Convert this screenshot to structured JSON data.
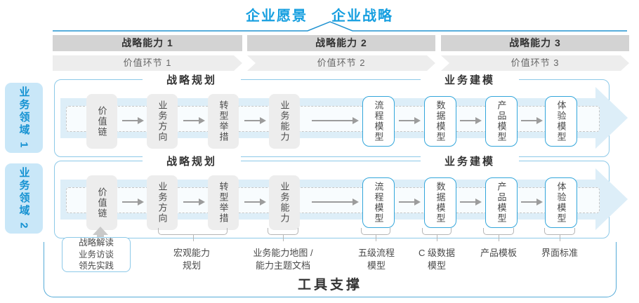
{
  "title": {
    "vision": "企业愿景",
    "strategy": "企业战略"
  },
  "capabilities": [
    "战略能力 1",
    "战略能力 2",
    "战略能力 3"
  ],
  "value_links": [
    "价值环节 1",
    "价值环节 2",
    "价值环节 3"
  ],
  "domains": [
    "业务领域 1",
    "业务领域 2"
  ],
  "row": {
    "planning_header": "战略规划",
    "modeling_header": "业务建模",
    "planning_boxes": [
      "价值链",
      "业务方向",
      "转型举措",
      "业务能力"
    ],
    "modeling_boxes": [
      "流程模型",
      "数据模型",
      "产品模型",
      "体验模型"
    ]
  },
  "annotations": {
    "inputs_box": "战略解读\n业务访谈\n领先实践",
    "labels": [
      "宏观能力\n规划",
      "业务能力地图 /\n能力主题文档",
      "五级流程\n模型",
      "C 级数据\n模型",
      "产品模板",
      "界面标准"
    ]
  },
  "footer": {
    "tool_support": "工具支撑"
  },
  "colors": {
    "accent_blue": "#169fe0",
    "container_border": "#8dc9e8",
    "bar_gray": "#d3d3d3",
    "chevron_gray": "#ededed",
    "box_gray": "#ededed",
    "arrow_blue": "#ddeef8",
    "sidebar_blue": "#c9e7f8",
    "text_dark": "#333333"
  }
}
